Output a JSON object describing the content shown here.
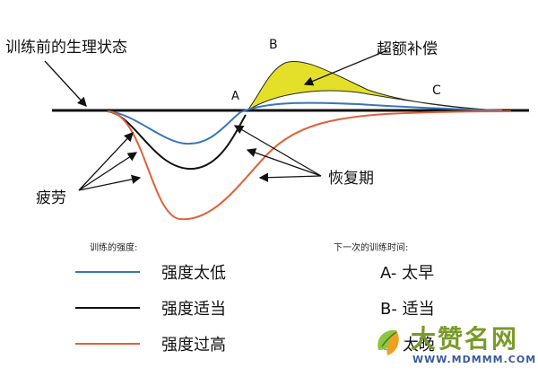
{
  "diagram": {
    "baseline_label": "训练前的生理状态",
    "fatigue_label": "疲劳",
    "recovery_label": "恢复期",
    "supercompensation_label": "超额补偿",
    "point_a": "A",
    "point_b": "B",
    "point_c": "C"
  },
  "legend": {
    "intensity_title": "训练的强度:",
    "items": [
      {
        "label": "强度太低",
        "color": "#3a76b5"
      },
      {
        "label": "强度适当",
        "color": "#111111"
      },
      {
        "label": "强度过高",
        "color": "#e0613a"
      }
    ],
    "next_time_title": "下一次的训练时间:",
    "next_items": [
      "A- 太早",
      "B- 适当",
      "C- 太晚"
    ]
  },
  "colors": {
    "supercompensation_fill": "#e4e02a",
    "baseline": "#111111"
  },
  "watermark": {
    "name": "大赞名网",
    "url": "WWW.MDMMM.COM"
  }
}
